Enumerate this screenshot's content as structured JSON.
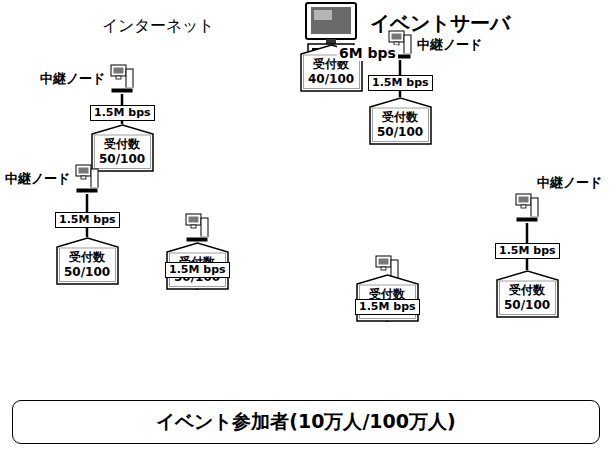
{
  "diagram": {
    "nodes": [
      {
        "text": [
          "イベントサーバ"
        ]
      },
      {
        "text": [
          "インターネット"
        ]
      },
      {
        "text": [
          "受付数",
          "40/100"
        ],
        "in": 1
      },
      {
        "text": [
          "中継ノード"
        ],
        "in": 1
      },
      {
        "text": [
          "中継ノード"
        ],
        "in": 1
      },
      {
        "text": [
          "受付数",
          "50/100"
        ],
        "in": 1
      },
      {
        "text": [
          "受付数",
          "50/100"
        ],
        "in": 1
      },
      {
        "text": [
          "中継ノード"
        ],
        "in": 1
      },
      {
        "text": [
          "受付数",
          "50/100"
        ],
        "in": 1
      },
      {
        "text": [
          "受付数",
          "50/100"
        ],
        "in": 1
      },
      {
        "text": [
          "中継ノード"
        ],
        "in": 1
      },
      {
        "text": [
          "受付数",
          "50/100"
        ],
        "in": 1
      },
      {
        "text": [
          "受付数",
          "50/100"
        ],
        "in": 1
      },
      {
        "text": [
          "イベント参加者(10万人/100万人)"
        ]
      }
    ],
    "edges": [
      {
        "from": 0,
        "to": 2,
        "arrow": "none",
        "label": "6M bps"
      },
      {
        "from": 3,
        "to": 5,
        "arrow": "none",
        "label": "1.5M bps"
      },
      {
        "from": 4,
        "to": 6,
        "arrow": "none",
        "label": "1.5M bps"
      },
      {
        "from": 7,
        "to": 8,
        "arrow": "none",
        "label": "1.5M bps"
      },
      {
        "from": 10,
        "to": 12,
        "arrow": "none",
        "label": "1.5M bps"
      }
    ],
    "labels": [
      "1.5M bps",
      "1.5M bps"
    ]
  }
}
